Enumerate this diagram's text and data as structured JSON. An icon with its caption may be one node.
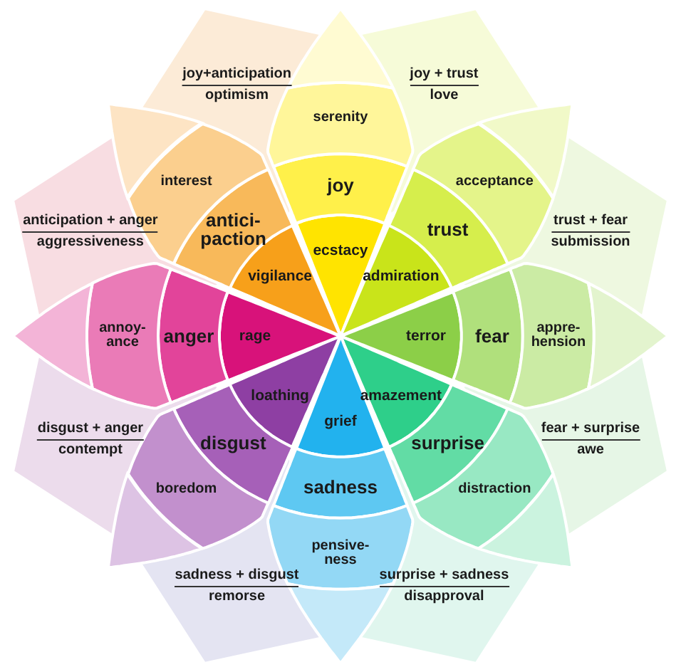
{
  "diagram": {
    "nodes": [
      {
        "text": [
          "ecstacy"
        ]
      },
      {
        "text": [
          "joy"
        ]
      },
      {
        "text": [
          "serenity"
        ]
      },
      {
        "text": [],
        "shape": "triangle"
      },
      {
        "text": [
          "admiration"
        ]
      },
      {
        "text": [
          "trust"
        ]
      },
      {
        "text": [
          "acceptance"
        ]
      },
      {
        "text": [],
        "shape": "triangle"
      },
      {
        "text": [
          "terror"
        ]
      },
      {
        "text": [
          "fear"
        ]
      },
      {
        "text": [
          "appre- hension"
        ]
      },
      {
        "text": [],
        "shape": "triangle"
      },
      {
        "text": [
          "amazement"
        ]
      },
      {
        "text": [
          "surprise"
        ]
      },
      {
        "text": [
          "distraction"
        ]
      },
      {
        "text": [],
        "shape": "triangle"
      },
      {
        "text": [
          "grief"
        ]
      },
      {
        "text": [
          "sadness"
        ]
      },
      {
        "text": [
          "pensive- ness"
        ]
      },
      {
        "text": [],
        "shape": "triangle"
      },
      {
        "text": [
          "loathing"
        ]
      },
      {
        "text": [
          "disgust"
        ]
      },
      {
        "text": [
          "boredom"
        ]
      },
      {
        "text": [],
        "shape": "triangle"
      },
      {
        "text": [
          "rage"
        ]
      },
      {
        "text": [
          "anger"
        ]
      },
      {
        "text": [
          "annoy- ance"
        ]
      },
      {
        "text": [],
        "shape": "triangle"
      },
      {
        "text": [
          "vigilance"
        ]
      },
      {
        "text": [
          "antici- paction"
        ]
      },
      {
        "text": [
          "interest"
        ]
      },
      {
        "text": [],
        "shape": "triangle"
      },
      {
        "text": [
          "joy + trust",
          "love"
        ]
      },
      {
        "text": [
          "trust + fear",
          "submission"
        ]
      },
      {
        "text": [
          "fear + surprise",
          "awe"
        ]
      },
      {
        "text": [
          "surprise + sadness",
          "disapproval"
        ]
      },
      {
        "text": [
          "sadness + disgust",
          "remorse"
        ]
      },
      {
        "text": [
          "disgust + anger",
          "contempt"
        ]
      },
      {
        "text": [
          "anticipation + anger",
          "aggressiveness"
        ]
      },
      {
        "text": [
          "joy+anticipation",
          "optimism"
        ]
      }
    ],
    "edges": []
  }
}
